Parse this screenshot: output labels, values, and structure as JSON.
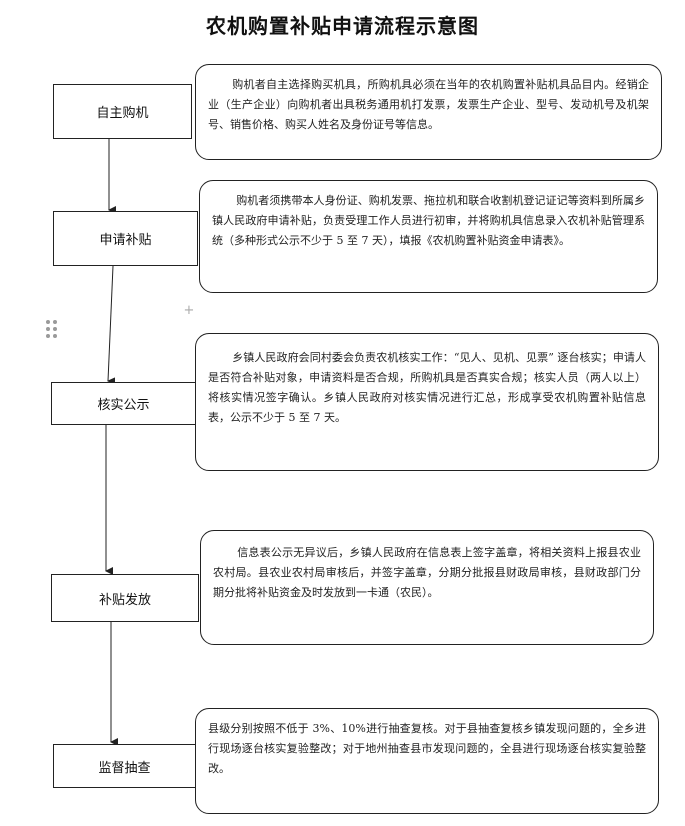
{
  "title": "农机购置补贴申请流程示意图",
  "steps": [
    {
      "label": "自主购机",
      "description": "购机者自主选择购买机具，所购机具必须在当年的农机购置补贴机具品目内。经销企业（生产企业）向购机者出具税务通用机打发票，发票生产企业、型号、发动机号及机架号、销售价格、购买人姓名及身份证号等信息。"
    },
    {
      "label": "申请补贴",
      "description": "购机者须携带本人身份证、购机发票、拖拉机和联合收割机登记证记等资料到所属乡镇人民政府申请补贴，负责受理工作人员进行初审，并将购机具信息录入农机补贴管理系统（多种形式公示不少于 5 至 7 天），填报《农机购置补贴资金申请表》。"
    },
    {
      "label": "核实公示",
      "description": "乡镇人民政府会同村委会负责农机核实工作：“见人、见机、见票” 逐台核实；申请人是否符合补贴对象，申请资料是否合规，所购机具是否真实合规；核实人员（两人以上）将核实情况签字确认。乡镇人民政府对核实情况进行汇总，形成享受农机购置补贴信息表，公示不少于 5 至 7 天。"
    },
    {
      "label": "补贴发放",
      "description": "信息表公示无异议后，乡镇人民政府在信息表上签字盖章，将相关资料上报县农业农村局。县农业农村局审核后，并签字盖章，分期分批报县财政局审核，县财政部门分期分批将补贴资金及时发放到一卡通（农民）。"
    },
    {
      "label": "监督抽查",
      "description": "县级分别按照不低于 3%、10%进行抽查复核。对于县抽查复核乡镇发现问题的，全乡进行现场逐台核实复验整改；对于地州抽查县市发现问题的，全县进行现场逐台核实复验整改。"
    }
  ],
  "icons": {
    "drag_handle": "drag-handle-icon",
    "plus": "plus-icon"
  }
}
